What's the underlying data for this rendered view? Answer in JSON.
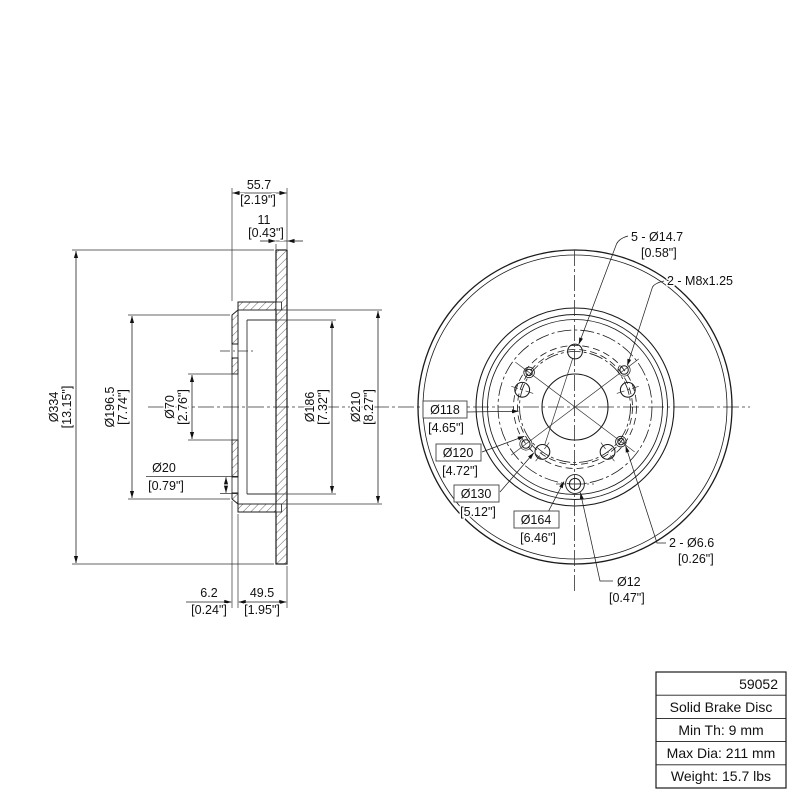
{
  "section_view": {
    "overall_width_mm": "55.7",
    "overall_width_in": "[2.19\"]",
    "disc_thickness_mm": "11",
    "disc_thickness_in": "[0.43\"]",
    "outer_dia_mm": "Ø334",
    "outer_dia_in": "[13.15\"]",
    "hat_dia_mm": "Ø196.5",
    "hat_dia_in": "[7.74\"]",
    "center_hole_mm": "Ø70",
    "center_hole_in": "[2.76\"]",
    "hole20_mm": "Ø20",
    "hole20_in": "[0.79\"]",
    "inner_dia_mm": "Ø186",
    "inner_dia_in": "[7.32\"]",
    "flange_dia_mm": "Ø210",
    "flange_dia_in": "[8.27\"]",
    "hat_offset_mm": "6.2",
    "hat_offset_in": "[0.24\"]",
    "hat_depth_mm": "49.5",
    "hat_depth_in": "[1.95\"]"
  },
  "front_view": {
    "lug_holes": "5 - Ø14.7",
    "lug_holes_in": "[0.58\"]",
    "thread_holes": "2 - M8x1.25",
    "bolt_circle_mm": "Ø118",
    "bolt_circle_in": "[4.65\"]",
    "circle120_mm": "Ø120",
    "circle120_in": "[4.72\"]",
    "circle130_mm": "Ø130",
    "circle130_in": "[5.12\"]",
    "circle164_mm": "Ø164",
    "circle164_in": "[6.46\"]",
    "small_holes": "2 - Ø6.6",
    "small_holes_in": "[0.26\"]",
    "hole12_mm": "Ø12",
    "hole12_in": "[0.47\"]"
  },
  "title_block": {
    "part_number": "59052",
    "product": "Solid Brake Disc",
    "min_th": "Min Th: 9 mm",
    "max_dia": "Max Dia: 211 mm",
    "weight": "Weight: 15.7 lbs"
  }
}
